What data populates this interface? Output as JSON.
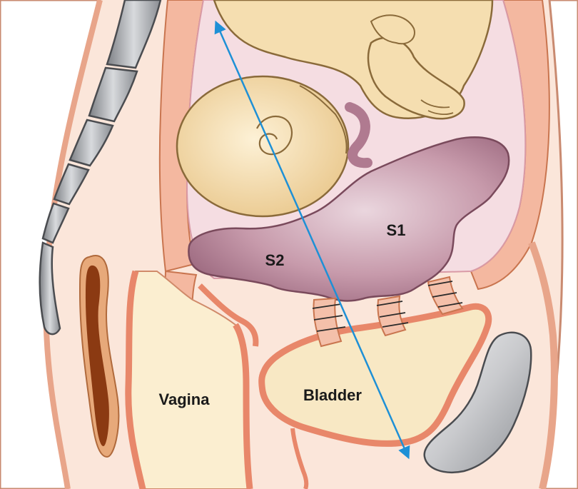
{
  "labels": {
    "s1": "S1",
    "s2": "S2",
    "vagina": "Vagina",
    "bladder": "Bladder"
  },
  "colors": {
    "skin": "#f7d9c8",
    "tissue_pink": "#f2a98e",
    "uterine_wall": "#e8876a",
    "amniotic": "#f3d7dc",
    "placenta": "#b8889a",
    "fetus": "#f5deb0",
    "spine": "#b4b6ba",
    "rectum": "#8b3a12",
    "bladder_fill": "#f8e8c4",
    "arrow": "#1e90d6"
  }
}
